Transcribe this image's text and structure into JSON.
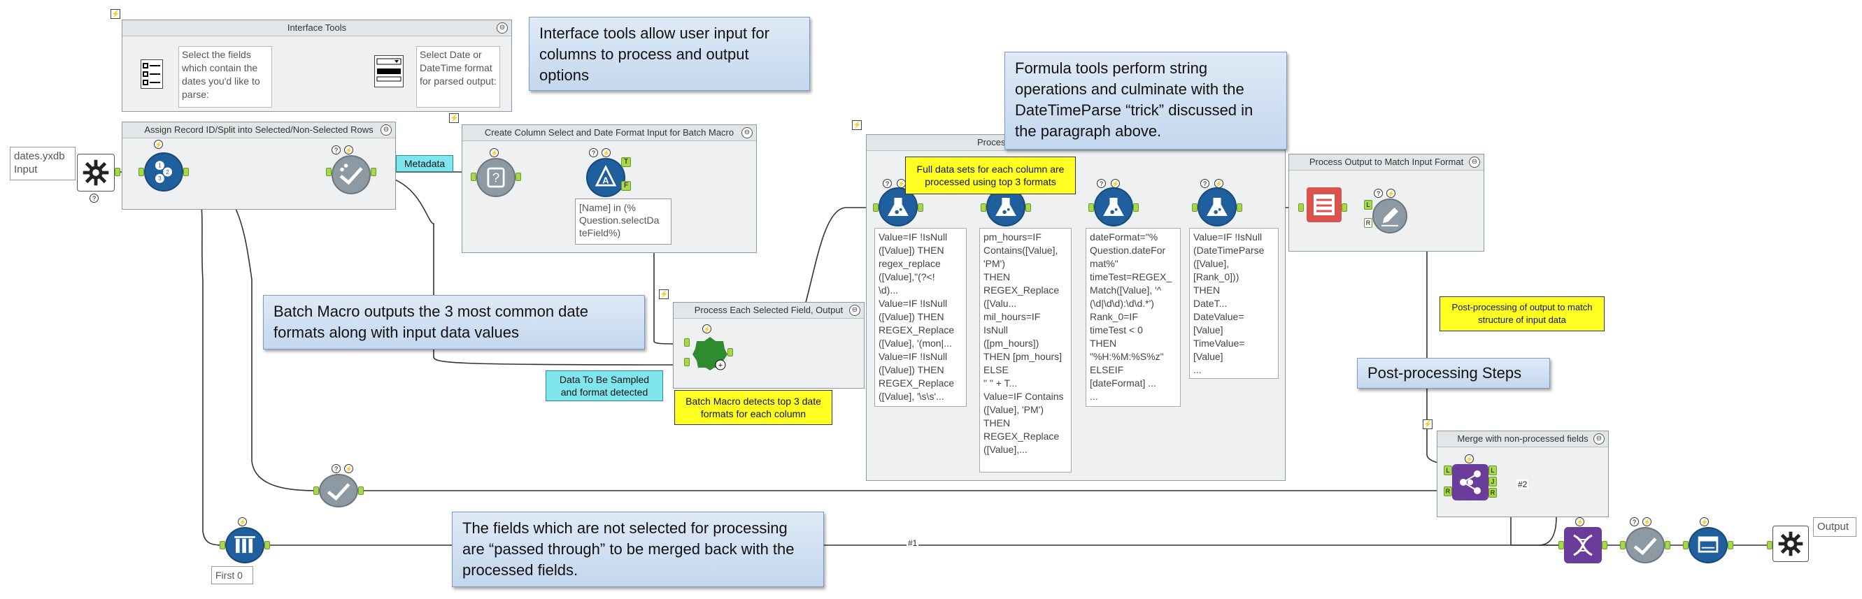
{
  "containers": {
    "interface_tools": {
      "title": "Interface Tools",
      "collapse": "⊖"
    },
    "assign_record": {
      "title": "Assign Record ID/Split into Selected/Non-Selected Rows",
      "collapse": "⊖"
    },
    "create_column": {
      "title": "Create Column Select and Date Format Input for Batch Macro",
      "collapse": "⊖"
    },
    "process_each": {
      "title": "Process Each Selected Field, Output",
      "collapse": "⊖"
    },
    "process_main": {
      "title": "Process",
      "collapse": "⊖"
    },
    "process_output": {
      "title": "Process Output to Match Input Format",
      "collapse": "⊖"
    },
    "merge": {
      "title": "Merge with non-processed fields",
      "collapse": "⊖"
    }
  },
  "interface": {
    "select_fields_text": "Select the fields which contain the dates you'd like to parse:",
    "select_format_text": "Select Date or DateTime format for parsed output:"
  },
  "input": {
    "label": "dates.yxdb\nInput"
  },
  "output": {
    "label": "Output"
  },
  "first_label": "First 0",
  "filter_label": "[Name] in (%\nQuestion.selectDa\nteField%)",
  "notes": {
    "interface": "Interface tools allow user input for columns to process and output options",
    "formula": "Formula tools perform string operations and culminate with the DateTimeParse “trick” discussed in the paragraph above.",
    "batch": "Batch Macro outputs the 3 most common date formats along with input data values",
    "pass_through": "The fields which are not selected for processing are “passed through” to be merged back with the processed fields.",
    "post_steps": "Post-processing Steps",
    "full_data": "Full data sets for each column are processed using top 3 formats",
    "batch_detects": "Batch Macro detects top 3 date formats for each column",
    "post_processing": "Post-processing of output to match structure of input data",
    "metadata": "Metadata",
    "data_sampled": "Data To Be Sampled and format detected"
  },
  "formulas": {
    "f1": "Value=IF !IsNull\n([Value]) THEN\nregex_replace\n([Value],\"(?<!\n\\d)...\nValue=IF !IsNull\n([Value]) THEN\nREGEX_Replace\n([Value], '(mon|...\nValue=IF !IsNull\n([Value]) THEN\nREGEX_Replace\n([Value], '\\s\\s'...",
    "f2": "pm_hours=IF\nContains([Value],\n'PM')\nTHEN\nREGEX_Replace\n([Valu...\nmil_hours=IF\nIsNull\n([pm_hours])\nTHEN [pm_hours]\nELSE\n\" \" + T...\nValue=IF Contains\n([Value], 'PM')\nTHEN\nREGEX_Replace\n([Value],...",
    "f3": "dateFormat=\"%\nQuestion.dateFor\nmat%\"\ntimeTest=REGEX_\nMatch([Value], '^\n(\\d|\\d\\d):\\d\\d.*')\nRank_0=IF\ntimeTest < 0\nTHEN\n\"%H:%M:%S%z\"\nELSEIF\n[dateFormat] ...\n...",
    "f4": "Value=IF !IsNull\n(DateTimeParse\n([Value],\n[Rank_0]))\nTHEN\nDateT...\nDateValue=\n[Value]\nTimeValue=\n[Value]\n..."
  },
  "wire_labels": {
    "w1": "#1",
    "w2": "#2"
  },
  "anchors": {
    "true": "T",
    "false": "F",
    "left": "L",
    "right": "R",
    "join": "J"
  },
  "badge_glyph": "⚡",
  "colors": {
    "canvas": "#ffffff",
    "container": "#eef0f1",
    "wire": "#333333",
    "anchor": "#a6d84a",
    "note_blue": "#c4d7ee",
    "note_yellow": "#ffff22",
    "note_cyan": "#7fe6f0",
    "tool_blue": "#1f5f9e",
    "tool_green": "#2e8b2e",
    "tool_purple": "#6a3d9a",
    "tool_gray": "#8e9aa3",
    "tool_red": "#d9534f"
  }
}
